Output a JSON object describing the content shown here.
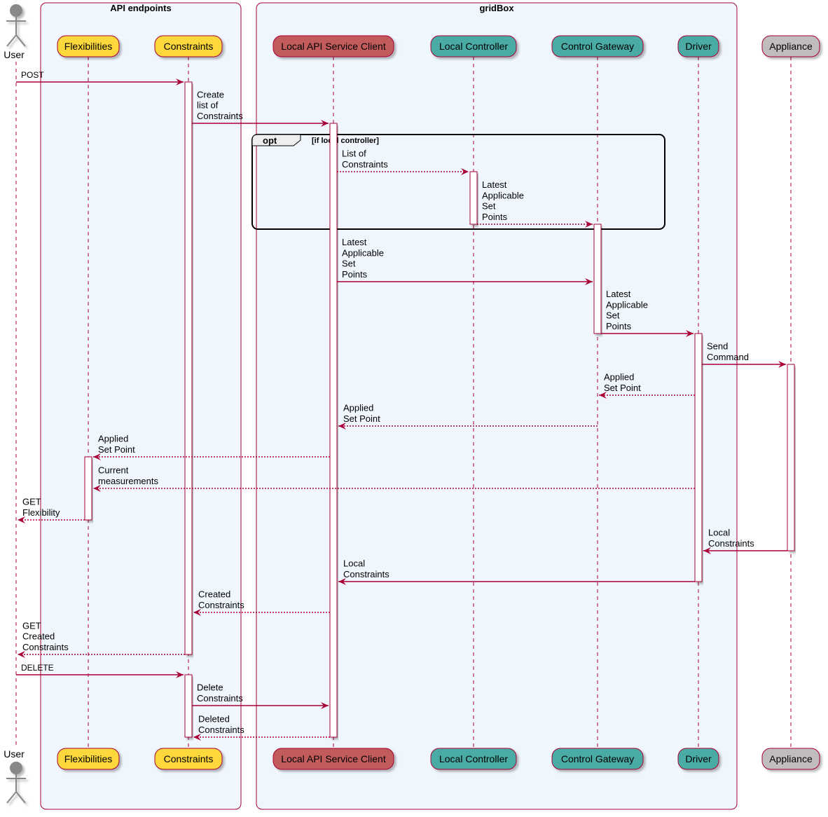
{
  "diagram": {
    "boxes": [
      {
        "id": "api",
        "title": "API endpoints"
      },
      {
        "id": "gridbox",
        "title": "gridBox"
      }
    ],
    "actor": {
      "id": "user",
      "label": "User"
    },
    "participants": [
      {
        "id": "flex",
        "label": "Flexibilities",
        "fill": "#fdd83d",
        "text": "#000000"
      },
      {
        "id": "cons",
        "label": "Constraints",
        "fill": "#fdd83d",
        "text": "#000000"
      },
      {
        "id": "lasc",
        "label": "Local API Service Client",
        "fill": "#c25b5b",
        "text": "#000000"
      },
      {
        "id": "lc",
        "label": "Local Controller",
        "fill": "#4aaba3",
        "text": "#000000"
      },
      {
        "id": "cg",
        "label": "Control Gateway",
        "fill": "#4aaba3",
        "text": "#000000"
      },
      {
        "id": "drv",
        "label": "Driver",
        "fill": "#4aaba3",
        "text": "#000000"
      },
      {
        "id": "app",
        "label": "Appliance",
        "fill": "#c2bdbd",
        "text": "#000000"
      }
    ],
    "opt": {
      "keyword": "opt",
      "condition": "[if local controller]"
    },
    "messages": [
      {
        "from": "user",
        "to": "cons",
        "lines": [
          "POST"
        ],
        "dashed": false
      },
      {
        "from": "cons",
        "to": "lasc",
        "lines": [
          "Create",
          "list of",
          "Constraints"
        ],
        "dashed": false
      },
      {
        "from": "lasc",
        "to": "lc",
        "lines": [
          "List of",
          "Constraints"
        ],
        "dashed": true
      },
      {
        "from": "lc",
        "to": "cg",
        "lines": [
          "Latest",
          "Applicable",
          "Set",
          "Points"
        ],
        "dashed": true
      },
      {
        "from": "lasc",
        "to": "cg",
        "lines": [
          "Latest",
          "Applicable",
          "Set",
          "Points"
        ],
        "dashed": false
      },
      {
        "from": "cg",
        "to": "drv",
        "lines": [
          "Latest",
          "Applicable",
          "Set",
          "Points"
        ],
        "dashed": false
      },
      {
        "from": "drv",
        "to": "app",
        "lines": [
          "Send",
          "Command"
        ],
        "dashed": false
      },
      {
        "from": "drv",
        "to": "cg",
        "lines": [
          "Applied",
          "Set Point"
        ],
        "dashed": true
      },
      {
        "from": "cg",
        "to": "lasc",
        "lines": [
          "Applied",
          "Set Point"
        ],
        "dashed": true
      },
      {
        "from": "lasc",
        "to": "flex",
        "lines": [
          "Applied",
          "Set Point"
        ],
        "dashed": true
      },
      {
        "from": "drv",
        "to": "flex",
        "lines": [
          "Current",
          "measurements"
        ],
        "dashed": true
      },
      {
        "from": "flex",
        "to": "user",
        "lines": [
          "GET",
          "Flexibility"
        ],
        "dashed": true
      },
      {
        "from": "app",
        "to": "drv",
        "lines": [
          "Local",
          "Constraints"
        ],
        "dashed": false
      },
      {
        "from": "drv",
        "to": "lasc",
        "lines": [
          "Local",
          "Constraints"
        ],
        "dashed": false
      },
      {
        "from": "lasc",
        "to": "cons",
        "lines": [
          "Created",
          "Constraints"
        ],
        "dashed": true
      },
      {
        "from": "cons",
        "to": "user",
        "lines": [
          "GET",
          "Created",
          "Constraints"
        ],
        "dashed": true
      },
      {
        "from": "user",
        "to": "cons",
        "lines": [
          "DELETE"
        ],
        "dashed": false
      },
      {
        "from": "cons",
        "to": "lasc",
        "lines": [
          "Delete",
          "Constraints"
        ],
        "dashed": false
      },
      {
        "from": "lasc",
        "to": "cons",
        "lines": [
          "Deleted",
          "Constraints"
        ],
        "dashed": true
      }
    ],
    "colors": {
      "line": "#a80036",
      "box_fill": "#f0f6fd",
      "box_border": "#a80036",
      "activation_fill": "#ffffff",
      "actor_fill": "#888888"
    }
  }
}
